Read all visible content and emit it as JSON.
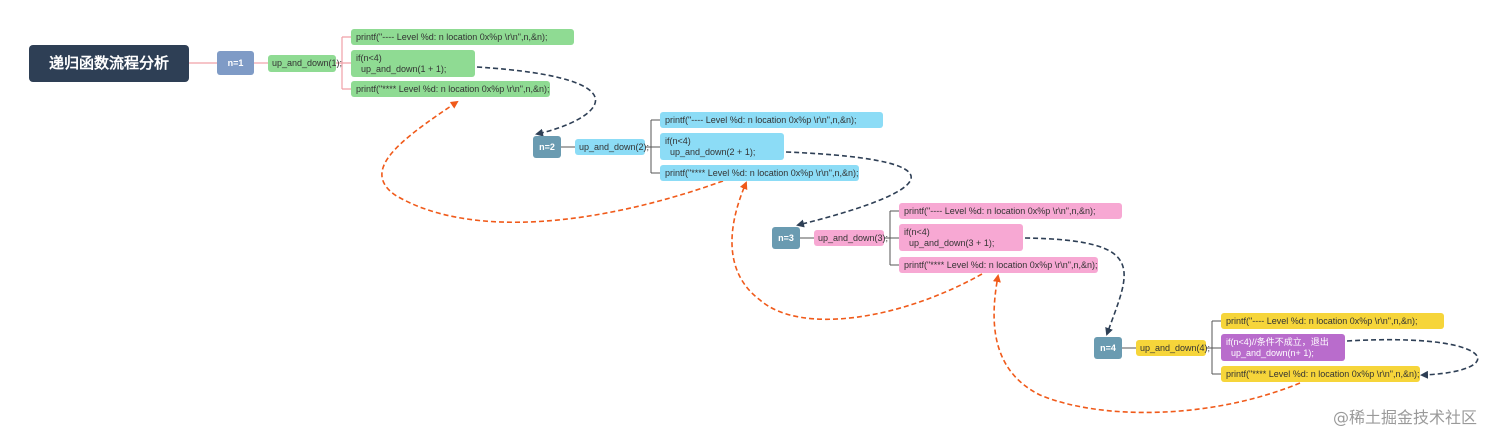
{
  "title": "递归函数流程分析",
  "levels": [
    {
      "label": "n=1",
      "call": "up_and_down(1);",
      "printf_before": "printf(\"---- Level %d: n location 0x%p \\r\\n\",n,&n);",
      "if_line1": "if(n<4)",
      "if_line2": "  up_and_down(1 + 1);",
      "printf_after": "printf(\"**** Level %d: n location 0x%p \\r\\n\",n,&n);"
    },
    {
      "label": "n=2",
      "call": "up_and_down(2);",
      "printf_before": "printf(\"---- Level %d: n location 0x%p \\r\\n\",n,&n);",
      "if_line1": "if(n<4)",
      "if_line2": "  up_and_down(2 + 1);",
      "printf_after": "printf(\"**** Level %d: n location 0x%p \\r\\n\",n,&n);"
    },
    {
      "label": "n=3",
      "call": "up_and_down(3);",
      "printf_before": "printf(\"---- Level %d: n location 0x%p \\r\\n\",n,&n);",
      "if_line1": "if(n<4)",
      "if_line2": "  up_and_down(3 + 1);",
      "printf_after": "printf(\"**** Level %d: n location 0x%p \\r\\n\",n,&n);"
    },
    {
      "label": "n=4",
      "call": "up_and_down(4);",
      "printf_before": "printf(\"---- Level %d: n location 0x%p \\r\\n\",n,&n);",
      "if_line1": "if(n<4)//条件不成立，退出",
      "if_line2": "  up_and_down(n+ 1);",
      "printf_after": "printf(\"**** Level %d: n location 0x%p \\r\\n\",n,&n);"
    }
  ],
  "watermark": "@稀土掘金技术社区",
  "colors": {
    "root": "#2e3f55",
    "level_label_1": "#7f9bc6",
    "level_label": "#6a9bb1",
    "green": "#8fdb93",
    "cyan": "#8cdcf6",
    "pink": "#f7a8d3",
    "yellow": "#f6d53a",
    "purple": "#b96ccc",
    "call_arrow": "#2e3f55",
    "return_arrow": "#f05a1a"
  }
}
